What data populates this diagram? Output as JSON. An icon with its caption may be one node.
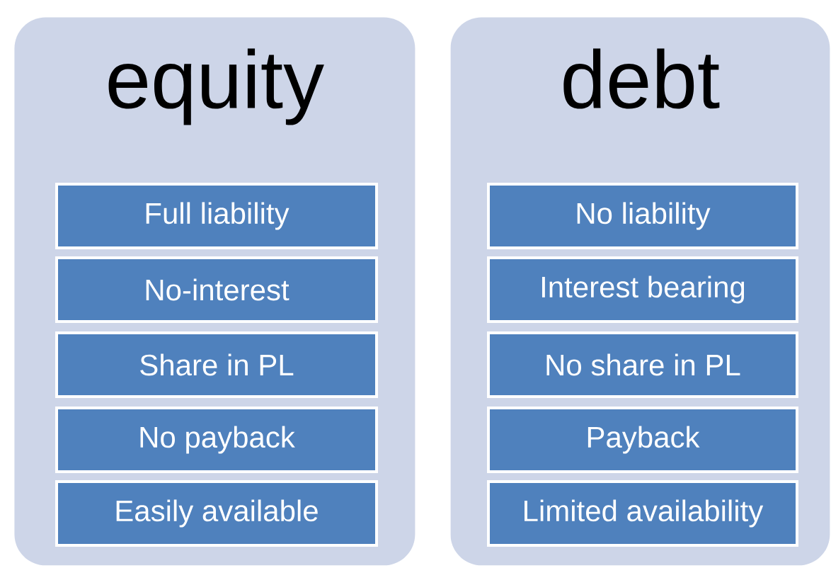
{
  "diagram": {
    "nodes": [
      {
        "text": [
          "equity"
        ]
      },
      {
        "text": [
          "Full liability"
        ],
        "in": 0
      },
      {
        "text": [
          "No-interest"
        ],
        "in": 0
      },
      {
        "text": [
          "Share in PL"
        ],
        "in": 0
      },
      {
        "text": [
          "No payback"
        ],
        "in": 0
      },
      {
        "text": [
          "Easily available"
        ],
        "in": 0
      },
      {
        "text": [
          "debt"
        ]
      },
      {
        "text": [
          "No liability"
        ],
        "in": 6
      },
      {
        "text": [
          "Interest bearing"
        ],
        "in": 6
      },
      {
        "text": [
          "No share in PL"
        ],
        "in": 6
      },
      {
        "text": [
          "Payback"
        ],
        "in": 6
      },
      {
        "text": [
          "Limited availability"
        ],
        "in": 6
      }
    ]
  }
}
